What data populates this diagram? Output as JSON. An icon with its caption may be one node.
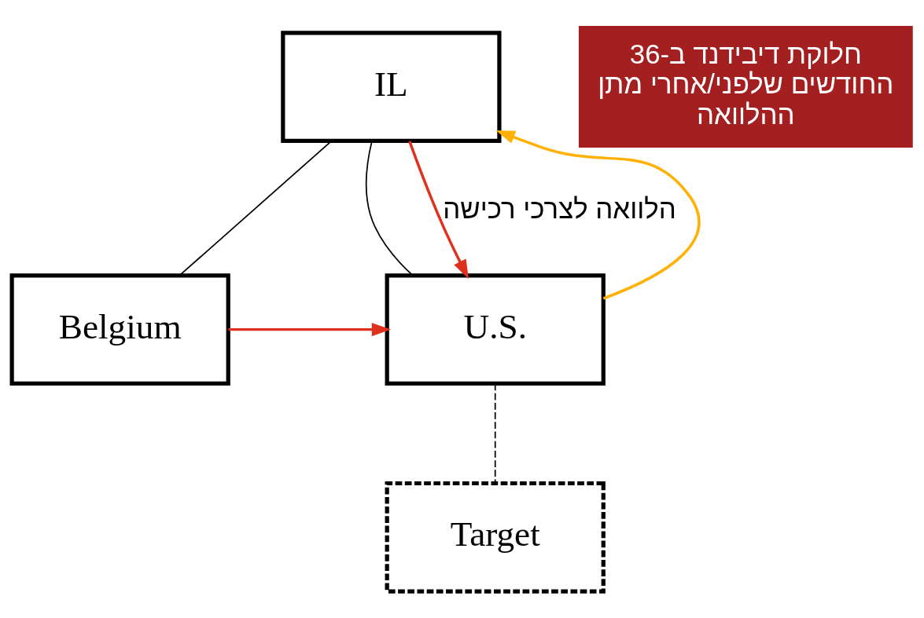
{
  "diagram": {
    "nodes": [
      {
        "text": [
          "IL"
        ]
      },
      {
        "text": [
          "Belgium"
        ]
      },
      {
        "text": [
          "U.S."
        ]
      },
      {
        "text": [
          "Target"
        ]
      },
      {
        "text": [
          "חלוקת דיבידנד ב-36 החודשים שלפני/אחרי מתן ההלוואה"
        ]
      }
    ],
    "edges": [
      {
        "from": 0,
        "to": 1,
        "arrow": "none"
      },
      {
        "from": 0,
        "to": 2,
        "arrow": "none"
      },
      {
        "from": 0,
        "to": 2,
        "arrow": "to",
        "label": "הלוואה לצרכי רכישה",
        "color": "#e0301e"
      },
      {
        "from": 1,
        "to": 2,
        "arrow": "to",
        "color": "#e0301e"
      },
      {
        "from": 2,
        "to": 0,
        "arrow": "to",
        "color": "#ffb000"
      },
      {
        "from": 2,
        "to": 3,
        "arrow": "none",
        "style": "dashed"
      }
    ]
  }
}
